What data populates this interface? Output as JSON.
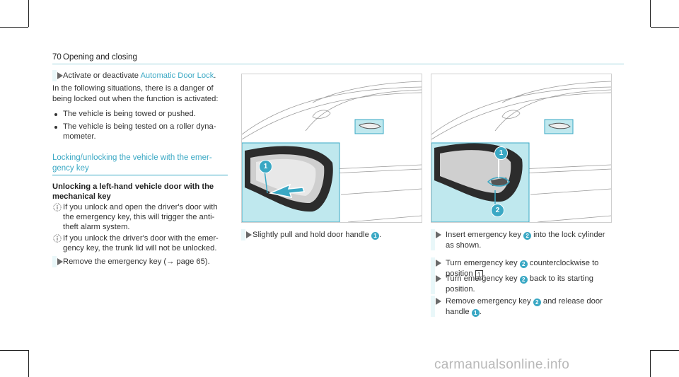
{
  "header": {
    "page_number": "70",
    "section_title": "Opening and closing"
  },
  "left_col": {
    "step1_prefix": "Activate or deactivate ",
    "step1_link": "Automatic Door Lock",
    "step1_suffix": ".",
    "intro_line1": "In the following situations, there is a danger of",
    "intro_line2": "being locked out when the function is activated:",
    "bullet1": "The vehicle is being towed or pushed.",
    "bullet2_line1": "The vehicle is being tested on a roller dyna-",
    "bullet2_line2": "mometer.",
    "section_heading_line1": "Locking/unlocking the vehicle with the emer-",
    "section_heading_line2": "gency key",
    "sub_heading_line1": "Unlocking a left-hand vehicle door with the",
    "sub_heading_line2": "mechanical key",
    "info1_line1": "If you unlock and open the driver's door with",
    "info1_line2": "the emergency key, this will trigger the anti-",
    "info1_line3": "theft alarm system.",
    "info2_line1": "If you unlock the driver's door with the emer-",
    "info2_line2": "gency key, the trunk lid will not be unlocked.",
    "step2_prefix": "Remove the emergency key (",
    "step2_arrow": "→",
    "step2_page": " page 65).",
    "step2_suffix": ""
  },
  "mid_col": {
    "step_prefix": "Slightly pull and hold door handle ",
    "badge": "1",
    "step_suffix": "."
  },
  "right_col": {
    "s1_prefix": "Insert emergency key ",
    "s1_badge": "2",
    "s1_mid": " into the lock cylinder",
    "s1_line2": "as shown.",
    "s2_prefix": "Turn emergency key ",
    "s2_badge": "2",
    "s2_mid": " counterclockwise to",
    "s2_line2_prefix": "position ",
    "s2_pos": "1",
    "s2_line2_suffix": ".",
    "s3_prefix": "Turn emergency key ",
    "s3_badge": "2",
    "s3_mid": " back to its starting",
    "s3_line2": "position.",
    "s4_prefix": "Remove emergency key ",
    "s4_badge": "2",
    "s4_mid": " and release door",
    "s4_line2_prefix": "handle ",
    "s4_badge2": "1",
    "s4_line2_suffix": "."
  },
  "figures": {
    "fig1_callout": "1",
    "fig2_callout_a": "1",
    "fig2_callout_b": "2"
  },
  "watermark": "carmanualsonline.info",
  "colors": {
    "accent": "#3aa8c4",
    "inset_bg": "#bfe8ee",
    "rule": "#9fd5de"
  }
}
